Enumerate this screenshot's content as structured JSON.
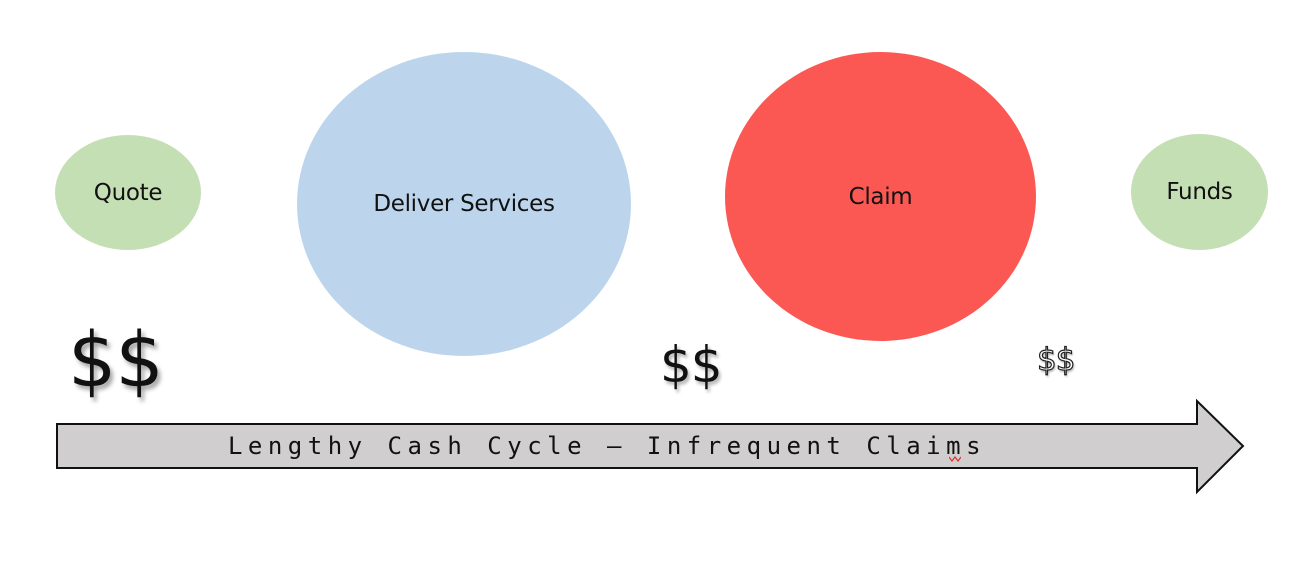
{
  "nodes": [
    {
      "id": "quote",
      "label": "Quote",
      "color": "#c5dfb4"
    },
    {
      "id": "deliver",
      "label": "Deliver Services",
      "color": "#bdd5ec"
    },
    {
      "id": "claim",
      "label": "Claim",
      "color": "#fc5853"
    },
    {
      "id": "funds",
      "label": "Funds",
      "color": "#c5dfb4"
    }
  ],
  "cash_markers": {
    "large": "$$",
    "medium": "$$",
    "small": "$$"
  },
  "arrow": {
    "label": "Lengthy Cash Cycle – Infrequent Claims",
    "fill_color": "#d0cece",
    "stroke_color": "#111111"
  }
}
